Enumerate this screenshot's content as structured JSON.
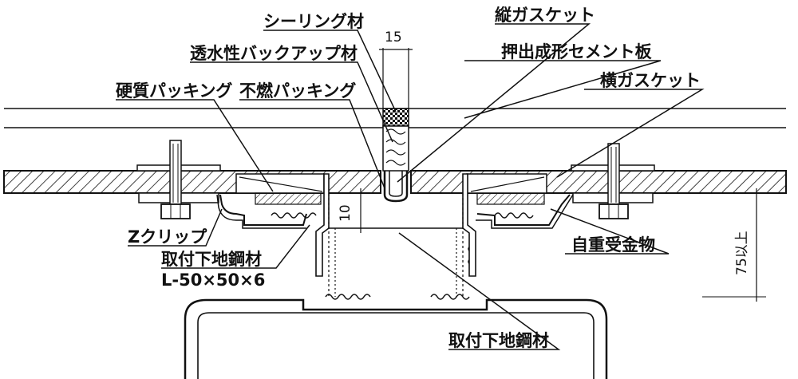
{
  "labels": {
    "sealing": "シーリング材",
    "backup": "透水性バックアップ材",
    "hard_packing": "硬質パッキング",
    "nonflammable_packing": "不燃パッキング",
    "vertical_gasket": "縦ガスケット",
    "ecp_panel": "押出成形セメント板",
    "horizontal_gasket": "横ガスケット",
    "z_clip": "Zクリップ",
    "angle_line1": "取付下地鋼材",
    "angle_line2": "L-50×50×6",
    "self_weight_support": "自重受金物",
    "base_steel": "取付下地鋼材"
  },
  "dimensions": {
    "joint_width": "15",
    "clearance": "10",
    "overall": "75以上"
  }
}
